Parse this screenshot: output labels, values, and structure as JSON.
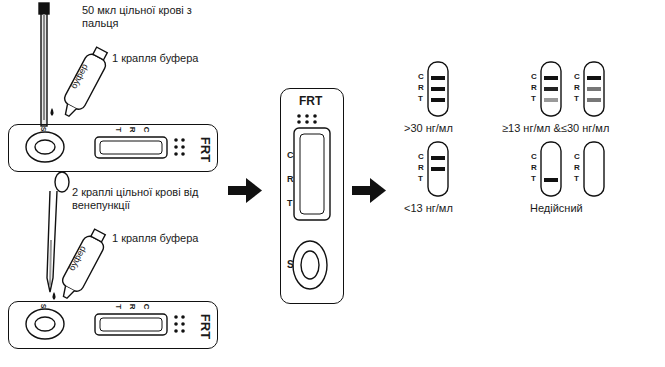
{
  "diagram": {
    "nodes": [
      {
        "text": [
          "FRT",
          "T",
          "R",
          "C",
          "S"
        ]
      },
      {
        "text": [
          "FRT",
          "T",
          "R",
          "C",
          "S"
        ]
      },
      {
        "text": [
          "FRT",
          "C",
          "R",
          "T",
          "S"
        ]
      }
    ],
    "labels": [
      "50 мкл цільної крові з пальця",
      "буфер",
      "1 крапля буфера",
      "2 краплі цільної крові від венепункції",
      "буфер",
      "1 крапля буфера",
      ">30 нг/мл",
      "≥13 нг/мл &≤30 нг/мл",
      "<13 нг/мл",
      "Недійсний",
      "C",
      "R",
      "T",
      "C",
      "R",
      "T",
      "C",
      "R",
      "T",
      "C",
      "R",
      "T",
      "C",
      "R",
      "T",
      "C",
      "R",
      "T"
    ]
  }
}
